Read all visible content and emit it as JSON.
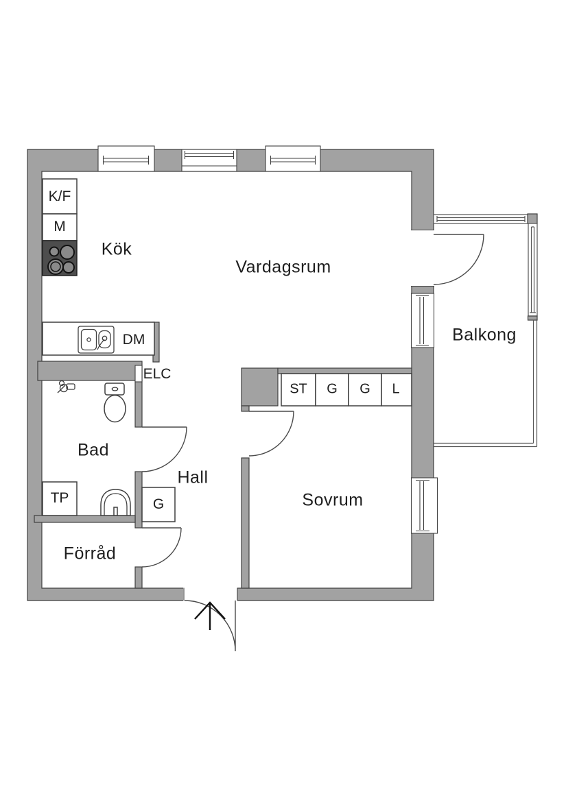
{
  "plan": {
    "rooms": {
      "kitchen": "Kök",
      "living_room": "Vardagsrum",
      "balcony": "Balkong",
      "bathroom": "Bad",
      "hall": "Hall",
      "bedroom": "Sovrum",
      "storage": "Förråd"
    },
    "labels": {
      "fridge_freezer": "K/F",
      "microwave": "M",
      "dishwasher": "DM",
      "electrical_cabinet": "ELC",
      "cleaning_cabinet": "ST",
      "wardrobe_1": "G",
      "wardrobe_2": "G",
      "linen_cabinet": "L",
      "laundry_unit": "TP",
      "hall_wardrobe": "G"
    },
    "colors": {
      "wall_fill": "#a2a2a2",
      "wall_outline": "#3f3f3f",
      "stove_fill": "#4d4d4d",
      "burner_fill": "#8a8a8a",
      "line": "#555555",
      "text": "#1e1e1e",
      "background": "#ffffff"
    }
  }
}
